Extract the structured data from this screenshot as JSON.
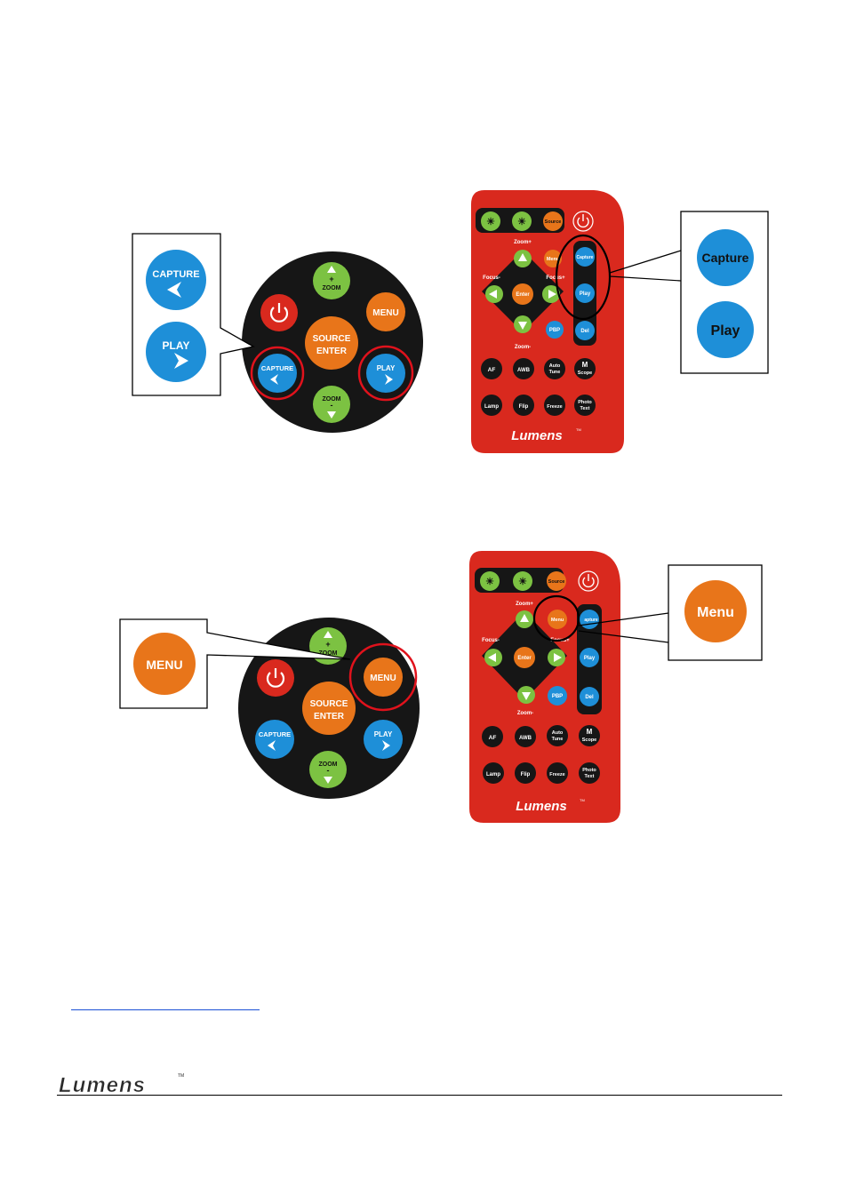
{
  "pad": {
    "menu": "MENU",
    "source_line1": "SOURCE",
    "source_line2": "ENTER",
    "zoom_up": "ZOOM",
    "zoom_down": "ZOOM",
    "capture": "CAPTURE",
    "play": "PLAY",
    "plus": "+",
    "minus": "-"
  },
  "callouts": {
    "capture": "CAPTURE",
    "play": "PLAY",
    "capture_small": "Capture",
    "play_small": "Play",
    "menu_large": "MENU",
    "menu_small": "Menu"
  },
  "remote": {
    "source": "Source",
    "menu": "Menu",
    "enter": "Enter",
    "capture": "Capture",
    "capture_cut": "apture",
    "play": "Play",
    "del": "Del",
    "pbp": "PBP",
    "zoom_plus": "Zoom+",
    "zoom_minus": "Zoom-",
    "focus_minus": "Focus-",
    "focus_plus": "Focus+",
    "af": "AF",
    "awb": "AWB",
    "auto_tune_1": "Auto",
    "auto_tune_2": "Tune",
    "m_scope_1": "M",
    "m_scope_2": "Scope",
    "lamp": "Lamp",
    "flip": "Flip",
    "freeze": "Freeze",
    "photo_text_1": "Photo",
    "photo_text_2": "Text",
    "brand": "Lumens",
    "tm": "TM"
  },
  "footer": {
    "brand": "Lumens",
    "tm": "TM"
  },
  "colors": {
    "red": "#d9291e",
    "green": "#7cc242",
    "orange": "#e8751a",
    "blue": "#1e8fd8",
    "dark": "#161616",
    "highlight": "#e0121c"
  }
}
